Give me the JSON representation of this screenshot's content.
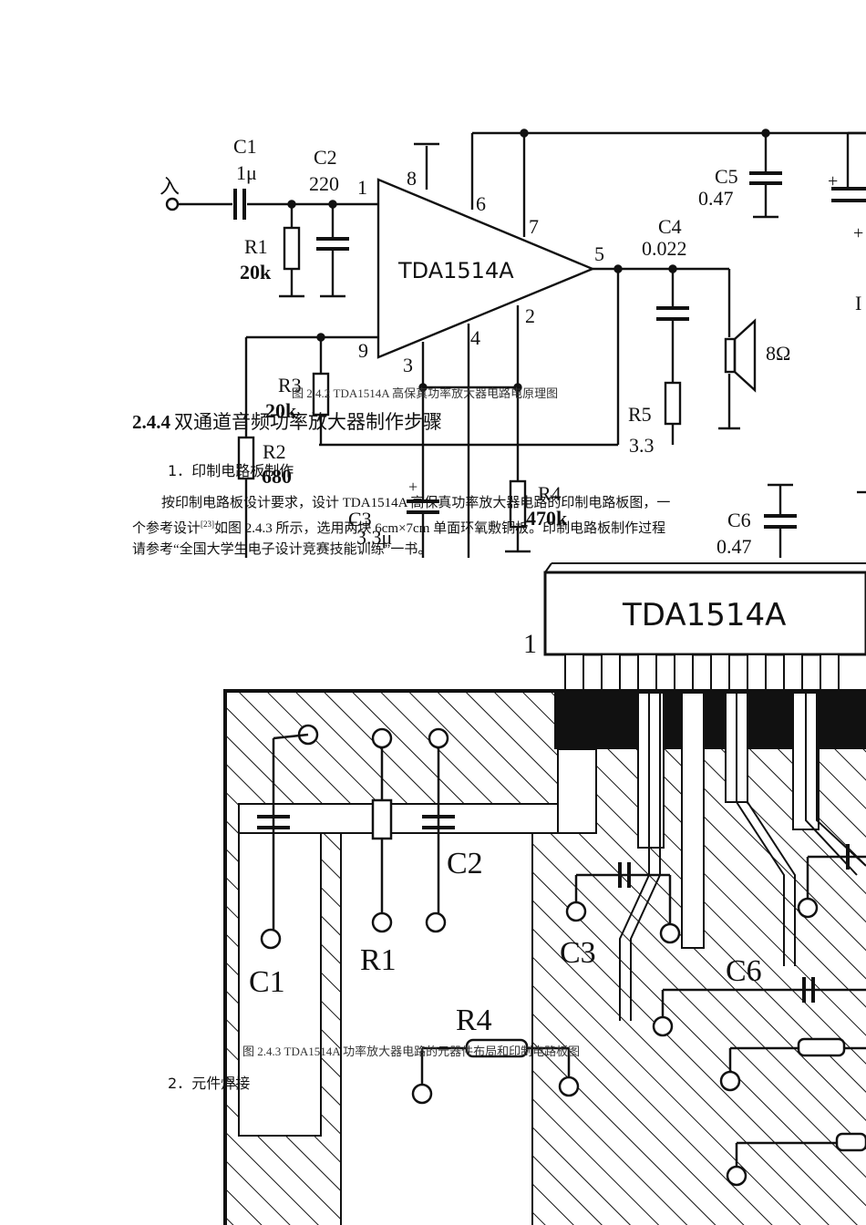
{
  "schematic": {
    "ic_label": "TDA1514A",
    "input_label": "入",
    "components": {
      "c1": "C1",
      "c1_value": "1μ",
      "c2": "C2",
      "c2_value": "220",
      "r1": "R1",
      "r1_value": "20k",
      "r3": "R3",
      "r3_value": "20k",
      "r2": "R2",
      "r2_value": "680",
      "c3": "C3",
      "c3_value": "3.3μ",
      "r4": "R4",
      "r4_value": "470k",
      "c4": "C4",
      "c4_value": "0.022",
      "r5": "R5",
      "r5_value": "3.3",
      "c5": "C5",
      "c5_value": "0.47",
      "c6": "C6",
      "c6_value": "0.47",
      "speaker": "8Ω"
    },
    "pins": [
      "1",
      "8",
      "6",
      "7",
      "5",
      "2",
      "4",
      "3",
      "9"
    ],
    "edge_fragment": "I"
  },
  "figure1_caption": "图 2.4.2 TDA1514A 高保真功率放大器电路电原理图",
  "section": {
    "number": "2.4.4",
    "title": "双通道音频功率放大器制作步骤"
  },
  "step1": {
    "number": "1．",
    "title": "印制电路板制作"
  },
  "paragraph": [
    "按印制电路板设计要求，设计 TDA1514A 高保真功率放大器电路的印制电路板图，一",
    "个参考设计",
    "[23]",
    "如图 2.4.3 所示，选用两块 6cm×7cm 单面环氧敷铜板。印制电路板制作过程",
    "请参考“全国大学生电子设计竞赛技能训练”一书。"
  ],
  "pcb": {
    "ic_label": "TDA1514A",
    "pin1": "1",
    "labels": [
      "C2",
      "C1",
      "R1",
      "C3",
      "R4",
      "C6"
    ]
  },
  "figure2_caption": "图 2.4.3 TDA1514A 功率放大器电路的元器件布局和印制电路板图",
  "step2": {
    "number": "2．",
    "title": "元件焊接"
  }
}
